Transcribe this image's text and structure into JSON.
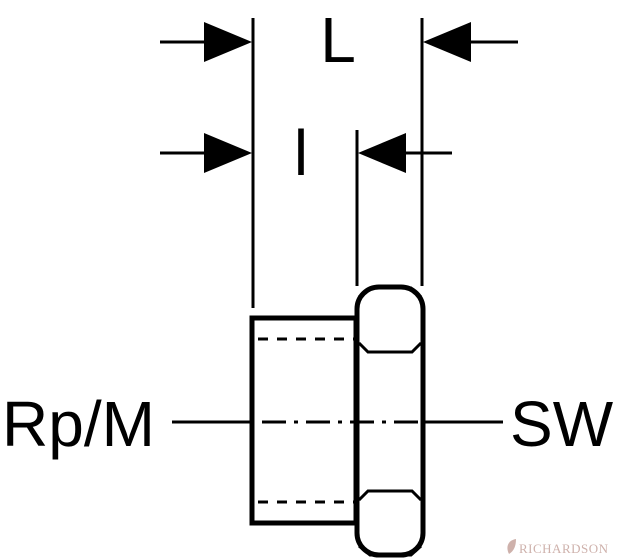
{
  "dimension_labels": {
    "overall_length": "L",
    "thread_length": "l"
  },
  "side_labels": {
    "left": "Rp/M",
    "right": "SW"
  },
  "watermark": {
    "text": "RICHARDSON",
    "color": "#c9a9a3"
  },
  "colors": {
    "line": "#000000",
    "background": "#ffffff"
  }
}
